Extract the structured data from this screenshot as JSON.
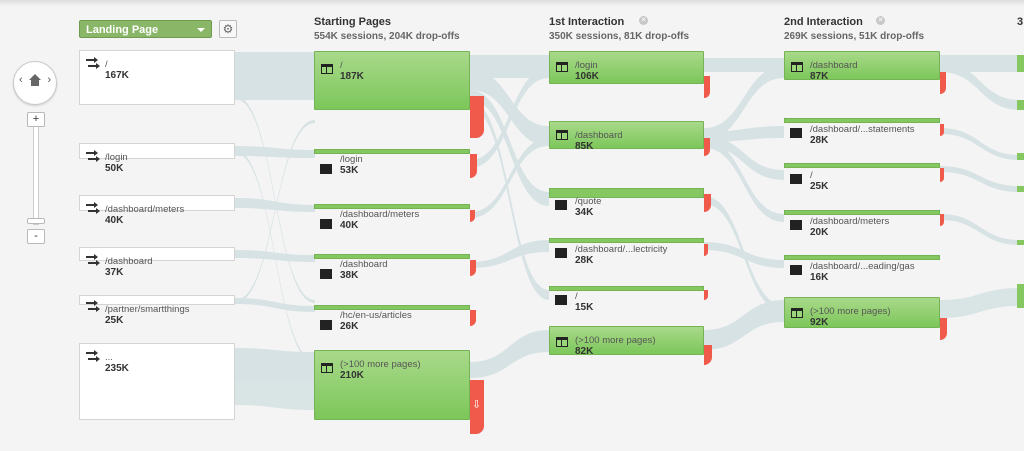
{
  "header": {
    "dimension_dropdown": "Landing Page",
    "columns": [
      {
        "title": "Starting Pages",
        "summary": "554K sessions, 204K drop-offs"
      },
      {
        "title": "1st Interaction",
        "summary": "350K sessions, 81K drop-offs"
      },
      {
        "title": "2nd Interaction",
        "summary": "269K sessions, 51K drop-offs"
      },
      {
        "title": "3"
      }
    ]
  },
  "sources": [
    {
      "label": "/",
      "value": "167K"
    },
    {
      "label": "/login",
      "value": "50K"
    },
    {
      "label": "/dashboard/meters",
      "value": "40K"
    },
    {
      "label": "/dashboard",
      "value": "37K"
    },
    {
      "label": "/partner/smartthings",
      "value": "25K"
    },
    {
      "label": "...",
      "value": "235K"
    }
  ],
  "starting_pages": [
    {
      "label": "/",
      "value": "187K"
    },
    {
      "label": "/login",
      "value": "53K"
    },
    {
      "label": "/dashboard/meters",
      "value": "40K"
    },
    {
      "label": "/dashboard",
      "value": "38K"
    },
    {
      "label": "/hc/en-us/articles",
      "value": "26K"
    },
    {
      "label": "(>100 more pages)",
      "value": "210K"
    }
  ],
  "first_interaction": [
    {
      "label": "/login",
      "value": "106K"
    },
    {
      "label": "/dashboard",
      "value": "85K"
    },
    {
      "label": "/quote",
      "value": "34K"
    },
    {
      "label": "/dashboard/...lectricity",
      "value": "28K"
    },
    {
      "label": "/",
      "value": "15K"
    },
    {
      "label": "(>100 more pages)",
      "value": "82K"
    }
  ],
  "second_interaction": [
    {
      "label": "/dashboard",
      "value": "87K"
    },
    {
      "label": "/dashboard/...statements",
      "value": "28K"
    },
    {
      "label": "/",
      "value": "25K"
    },
    {
      "label": "/dashboard/meters",
      "value": "20K"
    },
    {
      "label": "/dashboard/...eading/gas",
      "value": "16K"
    },
    {
      "label": "(>100 more pages)",
      "value": "92K"
    }
  ],
  "controls": {
    "zoom_in": "+",
    "zoom_out": "-"
  },
  "icons": {
    "drop_arrow": "⇩",
    "gear": "⚙",
    "close": "✕"
  },
  "colors": {
    "node_green": "#7cc75a",
    "dropoff_red": "#f05a4b",
    "flow": "#d3e0e2"
  }
}
